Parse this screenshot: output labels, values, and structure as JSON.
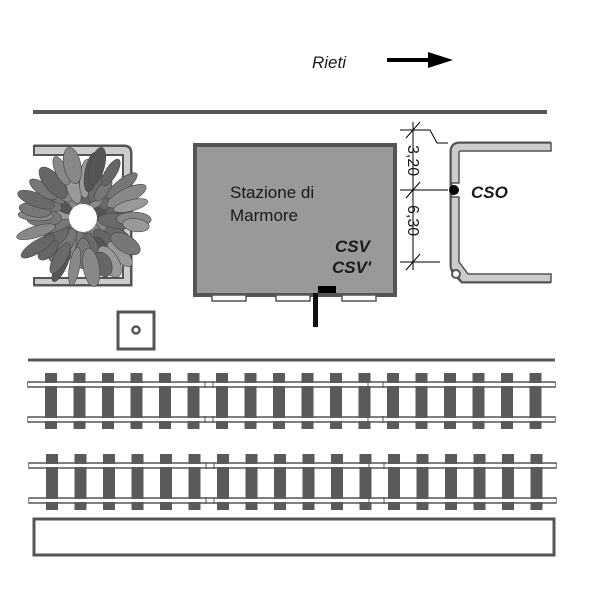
{
  "direction": {
    "label": "Rieti",
    "arrow": "right-arrow-icon"
  },
  "station": {
    "name_line1": "Stazione di",
    "name_line2": "Marmore",
    "code1": "CSV",
    "code2": "CSV'"
  },
  "bin": {
    "code": "CSO"
  },
  "dimensions": {
    "upper": "3,20",
    "lower": "6,30"
  },
  "tracks": [
    {
      "name": "track-1"
    },
    {
      "name": "track-2"
    }
  ],
  "colors": {
    "dark": "#555555",
    "building": "#999999",
    "light": "#cccccc",
    "black": "#000000"
  }
}
